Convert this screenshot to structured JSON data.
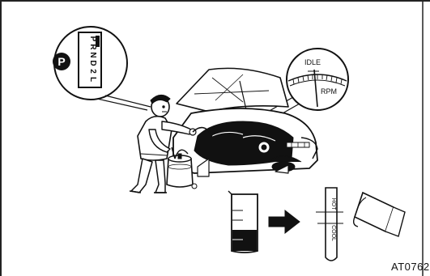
{
  "gear_indicator": {
    "badge_letter": "P",
    "selector_positions": [
      "P",
      "R",
      "N",
      "D",
      "2",
      "L"
    ]
  },
  "tachometer": {
    "idle_label": "IDLE",
    "rpm_label": "RPM"
  },
  "dipstick": {
    "hot_mark": "HOT",
    "cool_mark": "COOL"
  },
  "figure_code": "AT0762"
}
